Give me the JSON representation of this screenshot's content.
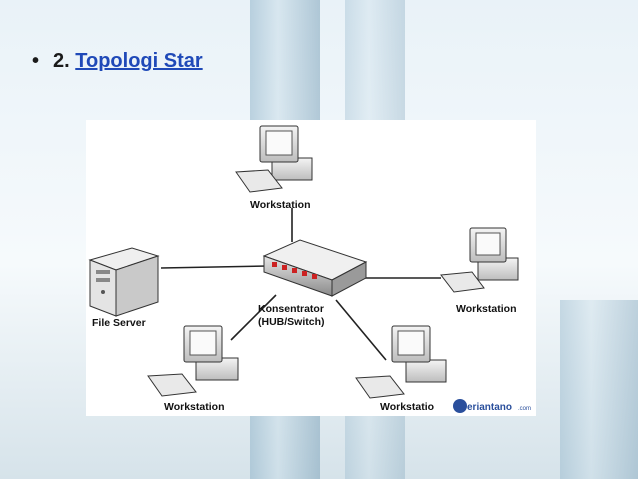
{
  "slide": {
    "bullet_number": "2.",
    "bullet_title": "Topologi Star"
  },
  "diagram": {
    "nodes": {
      "ws_top": "Workstation",
      "file_server": "File Server",
      "ws_right": "Workstation",
      "ws_bottom_left": "Workstation",
      "ws_bottom_right": "Workstatio",
      "hub_line1": "Konsentrator",
      "hub_line2": "(HUB/Switch)"
    },
    "watermark": {
      "main": "eriantano",
      "suffix": ".com"
    }
  }
}
